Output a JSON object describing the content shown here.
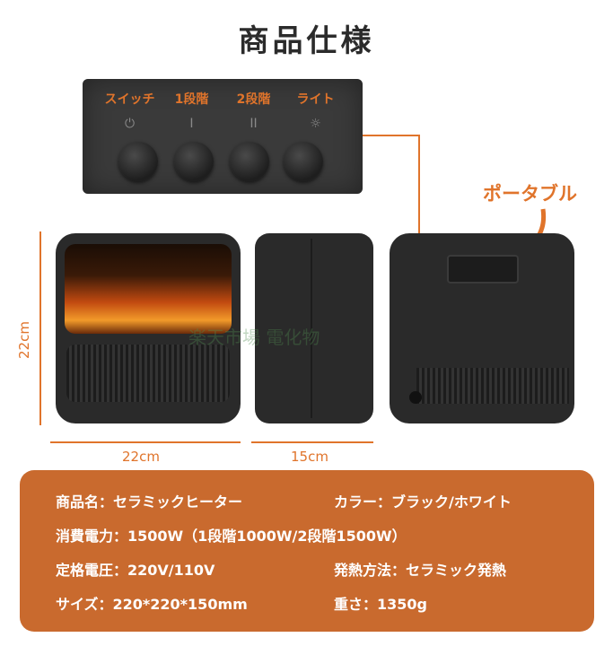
{
  "title": "商品仕様",
  "panel": {
    "labels": [
      "スイッチ",
      "1段階",
      "2段階",
      "ライト"
    ],
    "symbols": [
      "⏻",
      "I",
      "II",
      "☼"
    ]
  },
  "callout": "ポータブル",
  "dimensions": {
    "height": "22cm",
    "width": "22cm",
    "depth": "15cm"
  },
  "watermark": "楽天市場 電化物",
  "specs": {
    "name": "商品名：セラミックヒーター",
    "color": "カラー：ブラック/ホワイト",
    "power": "消費電力：1500W（1段階1000W/2段階1500W）",
    "voltage": "定格電圧：220V/110V",
    "heating": "発熱方法：セラミック発熱",
    "size": "サイズ：220*220*150mm",
    "weight": "重さ：1350g"
  },
  "colors": {
    "accent": "#e0742b",
    "info_bg": "#c96a2e",
    "body": "#2a2a2a"
  }
}
